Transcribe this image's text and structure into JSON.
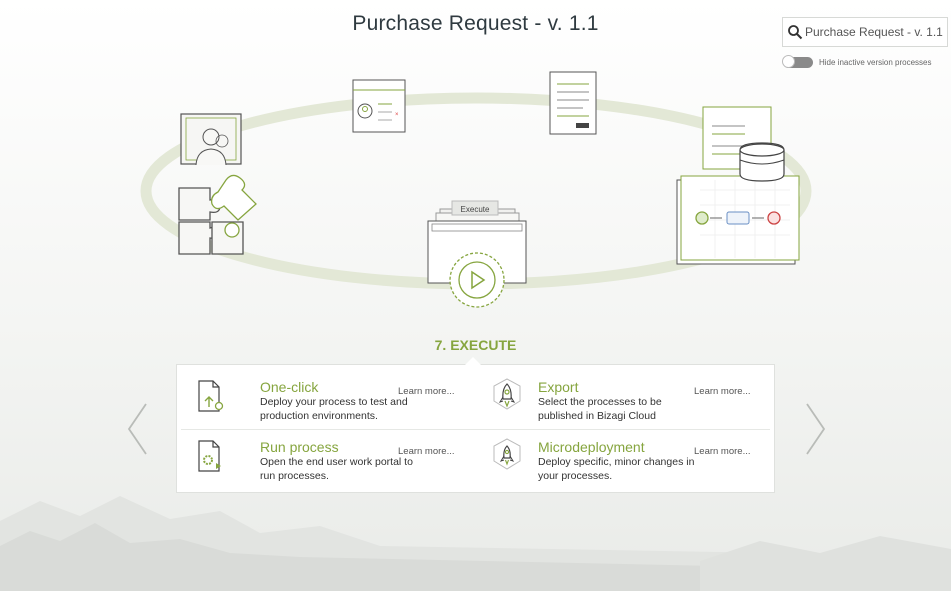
{
  "header": {
    "title": "Purchase Request - v. 1.1"
  },
  "search": {
    "value": "Purchase Request - v. 1.1",
    "placeholder": ""
  },
  "toggle": {
    "label": "Hide inactive version processes",
    "state": "off"
  },
  "scene": {
    "execute_button_label": "Execute",
    "accent": "#86a53f"
  },
  "section": {
    "title": "7. EXECUTE"
  },
  "items": [
    {
      "title": "One-click",
      "description": "Deploy your process to test and production environments.",
      "link": "Learn more...",
      "icon": "one-click-deploy-icon"
    },
    {
      "title": "Export",
      "description": "Select the processes to be published in Bizagi Cloud",
      "link": "Learn more...",
      "icon": "rocket-export-icon"
    },
    {
      "title": "Run process",
      "description": "Open the end user work portal to run processes.",
      "link": "Learn more...",
      "icon": "run-process-icon"
    },
    {
      "title": "Microdeployment",
      "description": "Deploy specific, minor changes in your processes.",
      "link": "Learn more...",
      "icon": "microdeployment-rocket-icon"
    }
  ],
  "colors": {
    "accent": "#86a53f",
    "title": "#2f3a40",
    "ring": "#e4e8d8"
  }
}
